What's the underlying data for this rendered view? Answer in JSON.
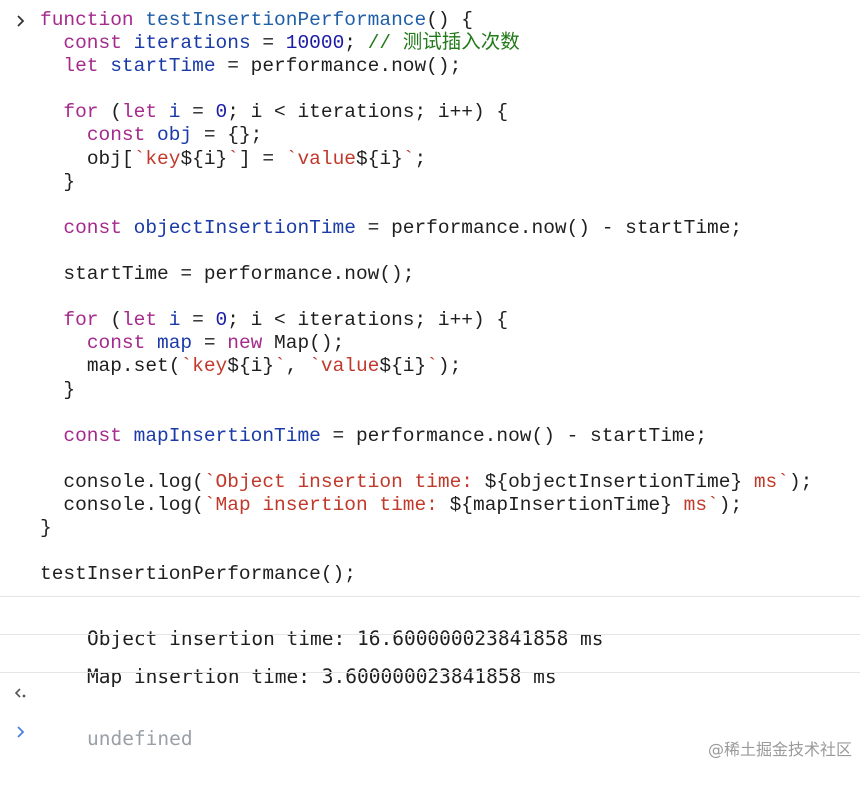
{
  "code": {
    "l1": {
      "kw": "function",
      "fn": "testInsertionPerformance",
      "rest": "() {"
    },
    "l2": {
      "kw": "const",
      "var": "iterations",
      "eq": " = ",
      "num": "10000",
      "semi": "; ",
      "comment": "// 测试插入次数"
    },
    "l3": {
      "kw": "let",
      "var": "startTime",
      "rest": " = performance.now();"
    },
    "l5": {
      "kw1": "for",
      "p1": " (",
      "kw2": "let",
      "var": "i",
      "p2": " = ",
      "num": "0",
      "rest": "; i < iterations; i++) {"
    },
    "l6": {
      "kw": "const",
      "var": "obj",
      "rest": " = {};"
    },
    "l7": {
      "p1": "obj[",
      "s1": "`key",
      "t1": "${i}",
      "s2": "`",
      "p2": "] = ",
      "s3": "`value",
      "t2": "${i}",
      "s4": "`",
      "p3": ";"
    },
    "l8": "}",
    "l10": {
      "kw": "const",
      "var": "objectInsertionTime",
      "rest": " = performance.now() - startTime;"
    },
    "l12": "startTime = performance.now();",
    "l14": {
      "kw1": "for",
      "p1": " (",
      "kw2": "let",
      "var": "i",
      "p2": " = ",
      "num": "0",
      "rest": "; i < iterations; i++) {"
    },
    "l15": {
      "kw1": "const",
      "var": "map",
      "p1": " = ",
      "kw2": "new",
      "rest": " Map();"
    },
    "l16": {
      "p1": "map.set(",
      "s1": "`key",
      "t1": "${i}",
      "s2": "`",
      "p2": ", ",
      "s3": "`value",
      "t2": "${i}",
      "s4": "`",
      "p3": ");"
    },
    "l17": "}",
    "l19": {
      "kw": "const",
      "var": "mapInsertionTime",
      "rest": " = performance.now() - startTime;"
    },
    "l21": {
      "p1": "console.log(",
      "s1": "`Object insertion time: ",
      "t1": "${objectInsertionTime}",
      "s2": " ms`",
      "p2": ");"
    },
    "l22": {
      "p1": "console.log(",
      "s1": "`Map insertion time: ",
      "t1": "${mapInsertionTime}",
      "s2": " ms`",
      "p2": ");"
    },
    "l23": "}",
    "l25": "testInsertionPerformance();"
  },
  "output": {
    "object_log": "Object insertion time: 16.600000023841858 ms",
    "map_log": "Map insertion time: 3.600000023841858 ms",
    "return_value": "undefined"
  },
  "icons": {
    "input_prompt": "chevron-right-icon",
    "result_marker": "return-arrow-icon",
    "new_prompt": "chevron-right-icon"
  },
  "colors": {
    "prompt_blue": "#4a7fe0",
    "keyword": "#a52a8d",
    "string": "#c0392b",
    "comment": "#237a1b"
  },
  "watermark": "@稀土掘金技术社区"
}
